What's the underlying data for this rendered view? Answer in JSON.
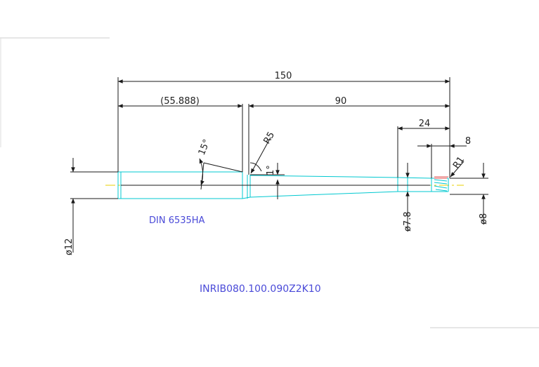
{
  "drawing": {
    "part_number": "INRIB080.100.090Z2K10",
    "standard": "DIN 6535HA",
    "dimensions": {
      "overall_length": "150",
      "shank_length": "(55.888)",
      "taper_length": "90",
      "tip_length": "24",
      "flute_length": "8",
      "neck_radius": "R5",
      "tip_radius": "R1",
      "chamfer_angle": "15°",
      "taper_angle": "1°",
      "shank_diameter": "ø12",
      "tip_body_diameter": "ø7.8",
      "tip_diameter": "ø8"
    }
  },
  "colors": {
    "dimension_line": "#1a1a1a",
    "tool_outline": "#00c8d0",
    "annotation_text": "#4a4ad8",
    "tip_accent": "#e05050",
    "centerline": "#e8d000"
  }
}
